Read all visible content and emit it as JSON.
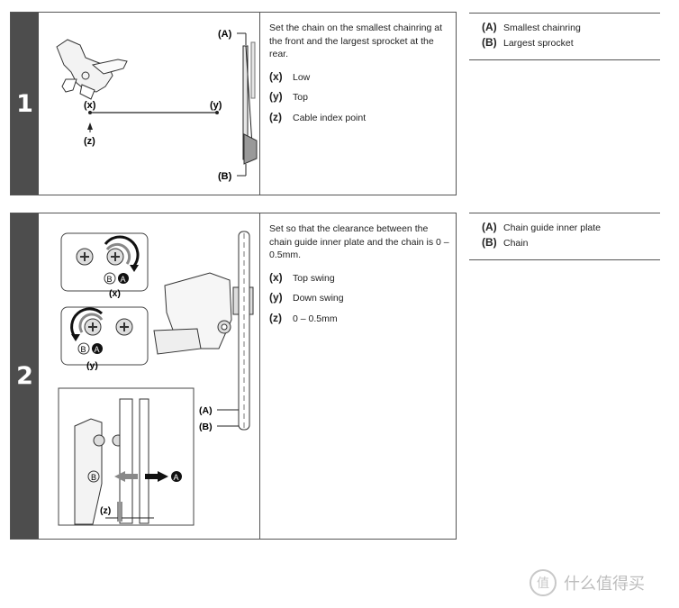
{
  "steps": [
    {
      "number": "1",
      "instruction": "Set the chain on the smallest chainring at the front and the largest sprocket at the rear.",
      "legend": [
        {
          "key": "(x)",
          "label": "Low"
        },
        {
          "key": "(y)",
          "label": "Top"
        },
        {
          "key": "(z)",
          "label": "Cable index point"
        }
      ],
      "figure_labels": {
        "a": "(A)",
        "b": "(B)",
        "x": "(x)",
        "y": "(y)",
        "z": "(z)"
      },
      "side_legend": [
        {
          "key": "(A)",
          "label": "Smallest chainring"
        },
        {
          "key": "(B)",
          "label": "Largest sprocket"
        }
      ]
    },
    {
      "number": "2",
      "instruction": "Set so that the clearance between the chain guide inner plate and the chain is 0 – 0.5mm.",
      "legend": [
        {
          "key": "(x)",
          "label": "Top swing"
        },
        {
          "key": "(y)",
          "label": "Down swing"
        },
        {
          "key": "(z)",
          "label": "0 – 0.5mm"
        }
      ],
      "figure_labels": {
        "a": "(A)",
        "b": "(B)",
        "x": "(x)",
        "y": "(y)",
        "z": "(z)",
        "circle_a": "A",
        "circle_b": "B"
      },
      "side_legend": [
        {
          "key": "(A)",
          "label": "Chain guide inner plate"
        },
        {
          "key": "(B)",
          "label": "Chain"
        }
      ]
    }
  ],
  "watermark": {
    "icon": "值",
    "text": "什么值得买"
  }
}
